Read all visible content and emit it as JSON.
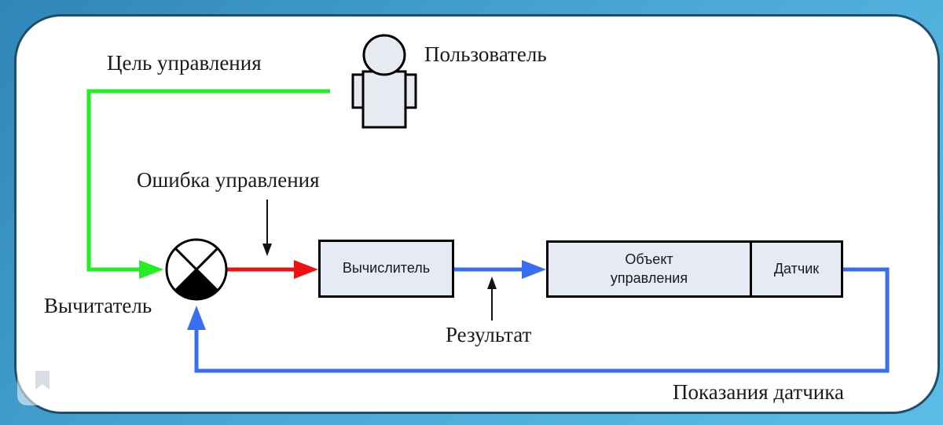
{
  "labels": {
    "goal": "Цель управления",
    "user": "Пользователь",
    "error": "Ошибка управления",
    "subtractor": "Вычитатель",
    "result": "Результат",
    "sensor_readings": "Показания датчика"
  },
  "blocks": {
    "computer": "Вычислитель",
    "control_object": "Объект\nуправления",
    "sensor": "Датчик"
  },
  "colors": {
    "goal_line": "#22ee22",
    "error_line": "#ee1111",
    "feedback_line": "#3a6ef0",
    "block_fill": "#e6eaf4",
    "person_fill": "#e8eaf2"
  },
  "icons": {
    "user": "person-icon",
    "subtractor": "summing-junction-icon",
    "bookmark": "bookmark-icon"
  }
}
